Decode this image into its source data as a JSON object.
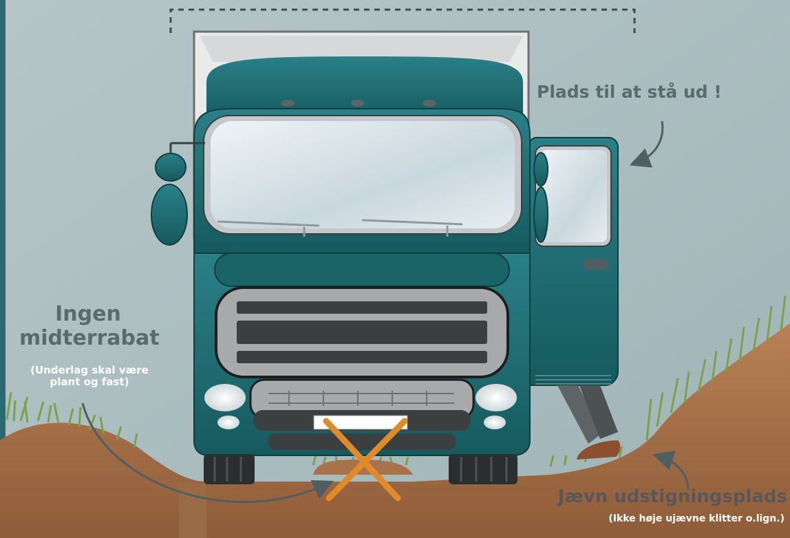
{
  "labels": {
    "space_to_exit": "Plads til at stå ud !",
    "no_median_title_1": "Ingen",
    "no_median_title_2": "midterrabat",
    "no_median_note_1": "(Underlag skal være",
    "no_median_note_2": "plant og fast)",
    "flat_exit_title": "Jævn udstigningsplads",
    "flat_exit_note": "(Ikke høje ujævne klitter o.lign.)"
  },
  "colors": {
    "sky": "#a9bcbf",
    "truck_teal": "#1f6f73",
    "grille_grey": "#a7a9ab",
    "soil": "#a8734a",
    "grass": "#7da04a",
    "cross_orange": "#e08a2a",
    "label_grey": "#5a6b6d"
  }
}
